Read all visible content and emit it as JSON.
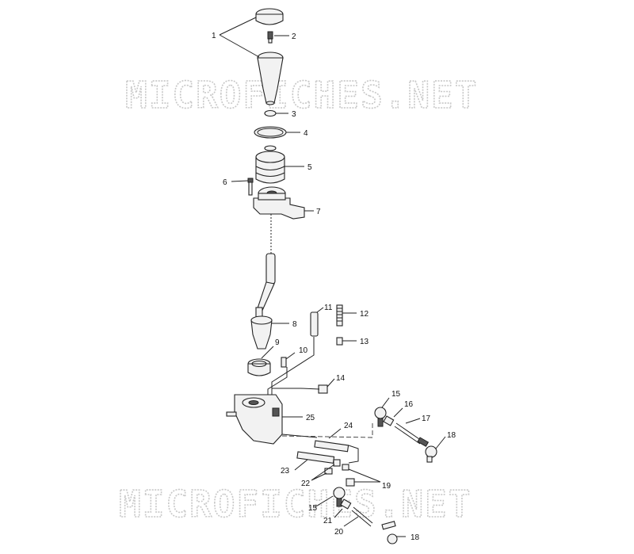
{
  "watermark": {
    "text": "MICROFICHES.NET"
  },
  "callouts": [
    {
      "id": "c1",
      "label": "1"
    },
    {
      "id": "c2",
      "label": "2"
    },
    {
      "id": "c3",
      "label": "3"
    },
    {
      "id": "c4",
      "label": "4"
    },
    {
      "id": "c5",
      "label": "5"
    },
    {
      "id": "c6",
      "label": "6"
    },
    {
      "id": "c7",
      "label": "7"
    },
    {
      "id": "c8",
      "label": "8"
    },
    {
      "id": "c9",
      "label": "9"
    },
    {
      "id": "c10",
      "label": "10"
    },
    {
      "id": "c11",
      "label": "11"
    },
    {
      "id": "c12",
      "label": "12"
    },
    {
      "id": "c13",
      "label": "13"
    },
    {
      "id": "c14",
      "label": "14"
    },
    {
      "id": "c15a",
      "label": "15"
    },
    {
      "id": "c16",
      "label": "16"
    },
    {
      "id": "c17",
      "label": "17"
    },
    {
      "id": "c18a",
      "label": "18"
    },
    {
      "id": "c19",
      "label": "19"
    },
    {
      "id": "c15b",
      "label": "15"
    },
    {
      "id": "c21",
      "label": "21"
    },
    {
      "id": "c20",
      "label": "20"
    },
    {
      "id": "c18b",
      "label": "18"
    },
    {
      "id": "c22",
      "label": "22"
    },
    {
      "id": "c23",
      "label": "23"
    },
    {
      "id": "c24",
      "label": "24"
    },
    {
      "id": "c25",
      "label": "25"
    }
  ]
}
